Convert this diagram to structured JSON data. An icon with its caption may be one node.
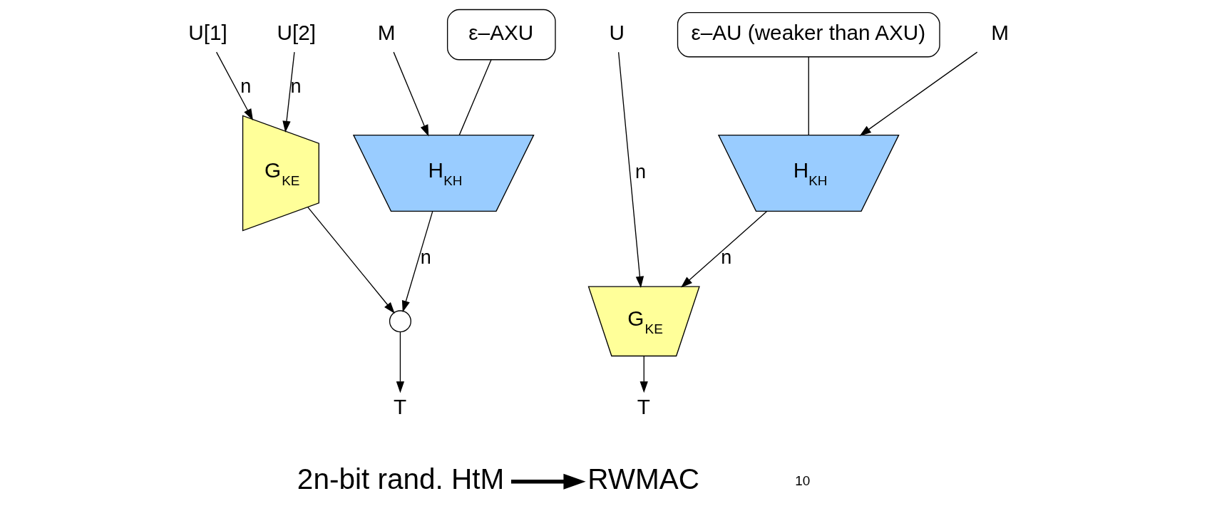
{
  "diagram": {
    "nodes": [
      {
        "text": [
          "U[1]"
        ]
      },
      {
        "text": [
          "U[2]"
        ]
      },
      {
        "text": [
          "M"
        ]
      },
      {
        "text": [
          "H$_{KH}$"
        ]
      },
      {
        "text": [
          "ε–AXU"
        ]
      },
      {
        "text": [
          "G$_{KE}$"
        ]
      },
      {
        "text": [],
        "shape": "circle"
      },
      {
        "text": [
          "T"
        ]
      },
      {
        "text": [
          "U"
        ]
      },
      {
        "text": [
          "M"
        ]
      },
      {
        "text": [
          "H$_{KH}$"
        ]
      },
      {
        "text": [
          "ε–AU (weaker than AXU)"
        ]
      },
      {
        "text": [
          "G$_{KE}$"
        ]
      },
      {
        "text": [
          "T"
        ]
      },
      {
        "text": [
          "2n-bit rand. HtM"
        ]
      },
      {
        "text": [
          "RWMAC"
        ]
      }
    ],
    "edges": [
      {
        "from": 0,
        "to": 5,
        "arrow": "to",
        "label": "n"
      },
      {
        "from": 1,
        "to": 5,
        "arrow": "to",
        "label": "n"
      },
      {
        "from": 2,
        "to": 3,
        "arrow": "to"
      },
      {
        "from": 4,
        "to": 3,
        "arrow": "none"
      },
      {
        "from": 3,
        "to": 6,
        "arrow": "to",
        "label": "n"
      },
      {
        "from": 5,
        "to": 6,
        "arrow": "to"
      },
      {
        "from": 6,
        "to": 7,
        "arrow": "to"
      },
      {
        "from": 8,
        "to": 12,
        "arrow": "to",
        "label": "n"
      },
      {
        "from": 9,
        "to": 10,
        "arrow": "to"
      },
      {
        "from": 10,
        "to": 12,
        "arrow": "to",
        "label": "n"
      },
      {
        "from": 11,
        "to": 10,
        "arrow": "none"
      },
      {
        "from": 12,
        "to": 13,
        "arrow": "to"
      },
      {
        "from": 14,
        "to": 15,
        "arrow": "to",
        "style": "thick"
      }
    ],
    "labels": [
      "10"
    ]
  }
}
